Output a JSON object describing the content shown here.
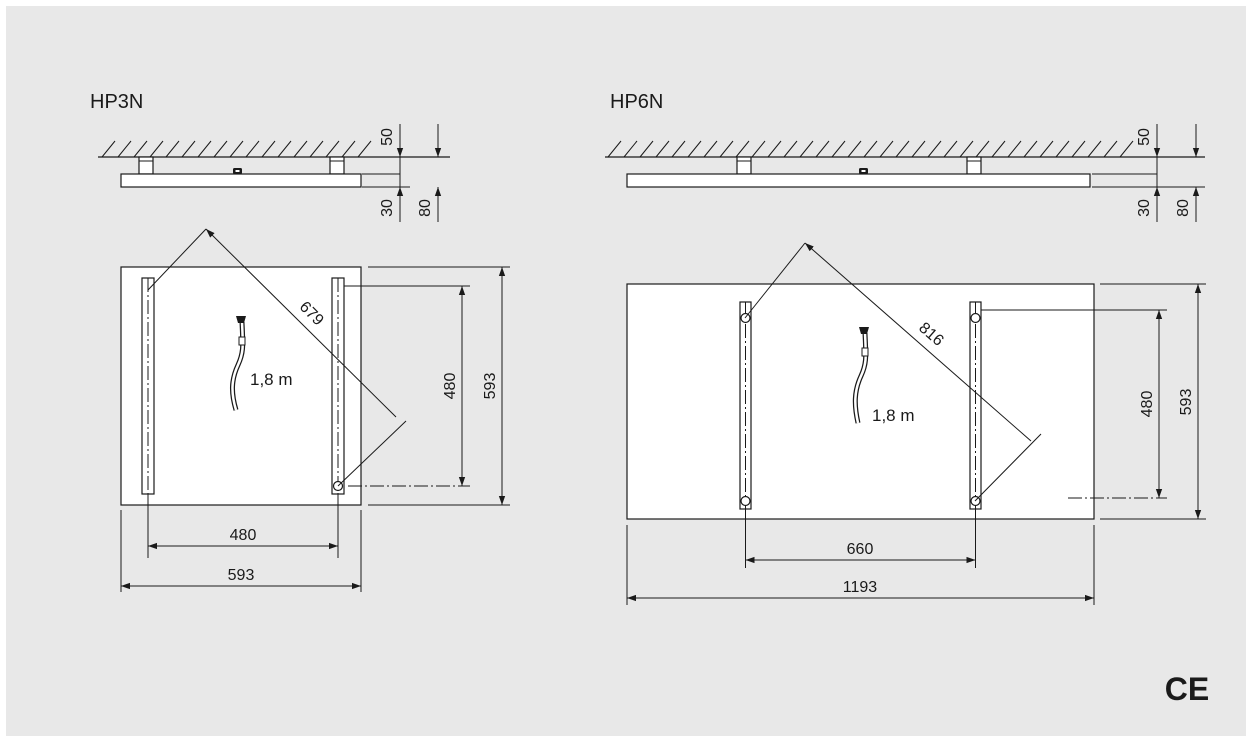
{
  "colors": {
    "background": "#e8e8e8",
    "panel": "#ffffff",
    "ink": "#1a1a1a"
  },
  "left": {
    "model": "HP3N",
    "side_dims": {
      "ceiling_gap": "50",
      "mount_gap": "30",
      "total_depth": "80"
    },
    "diagonal": "679",
    "cable_length": "1,8 m",
    "inner_height": "480",
    "height": "593",
    "inner_width": "480",
    "width": "593"
  },
  "right": {
    "model": "HP6N",
    "side_dims": {
      "ceiling_gap": "50",
      "mount_gap": "30",
      "total_depth": "80"
    },
    "diagonal": "816",
    "cable_length": "1,8 m",
    "inner_height": "480",
    "height": "593",
    "inner_width": "660",
    "width": "1193"
  },
  "certification": "CE",
  "icons": {
    "hatch": "ceiling-hatch",
    "arrow": "dimension-arrow",
    "cable": "power-cable-icon",
    "ce": "ce-mark-icon"
  }
}
